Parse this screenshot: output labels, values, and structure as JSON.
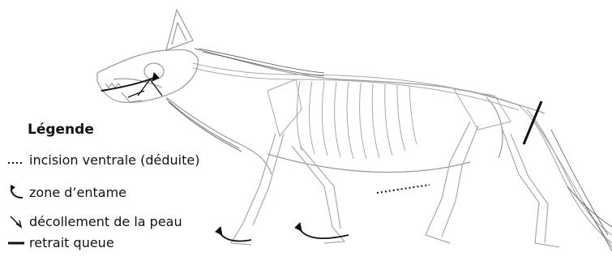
{
  "legend": {
    "title": "Légende",
    "items": [
      {
        "symbol": "dotted-line",
        "label": "incision ventrale (déduite)"
      },
      {
        "symbol": "curved-arrow",
        "label": "zone d’entame"
      },
      {
        "symbol": "skin-peel-arrow",
        "label": "décollement de la peau"
      },
      {
        "symbol": "solid-bar",
        "label": "retrait queue"
      }
    ]
  },
  "colors": {
    "outline": "#9a9a9a",
    "fur": "#555555",
    "annotation": "#111111"
  }
}
